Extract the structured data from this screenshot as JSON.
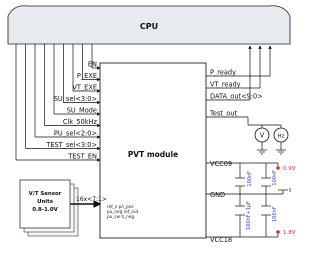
{
  "cpu_label": "CPU",
  "module_label": "PVT module",
  "left_signals": [
    "EN",
    "P_EXE",
    "VT_EXE",
    "SU_sel<3:0>",
    "SU_Mode",
    "Clk_50kHz",
    "PU_sel<2:0>",
    "TEST_sel<3:0>",
    "TEST_EN"
  ],
  "right_signals": [
    "P_ready",
    "VT_ready",
    "DATA_out<9:0>",
    "Test_out"
  ],
  "power_pins": [
    "VCC09",
    "GND",
    "VCC18"
  ],
  "voltages": [
    "0.9V",
    "1.8V"
  ],
  "meters": [
    "V",
    "Hz"
  ],
  "capacitors": [
    "100nF",
    "100nF",
    "100nF+1μF",
    "100nF"
  ],
  "sensor_units": {
    "line1": "V/T Sensor",
    "line2": "Units",
    "line3": "0.8-1.0V"
  },
  "bus_label": "16x<7:1>",
  "sensor_pin_labels": [
    "ref_n pn_pos",
    "pu_neg ref_out",
    "pu_sw ti_neg"
  ],
  "colors": {
    "cpu_fill": "#e7ebef",
    "red": "#d32d2d",
    "blue": "#2d3fd3"
  }
}
